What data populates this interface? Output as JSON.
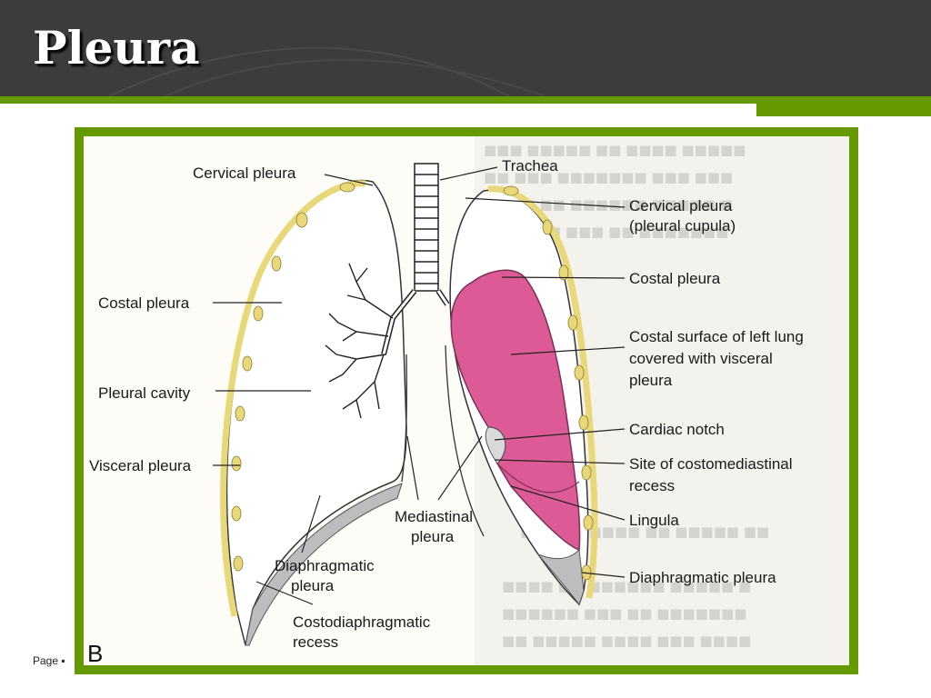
{
  "slide": {
    "title": "Pleura",
    "footer": "Page ▪",
    "colors": {
      "header": "#3c3c3c",
      "accent": "#669900",
      "lung": "#dc5a96",
      "pleura": "#e8d87a"
    }
  },
  "figure": {
    "panel_letter": "B",
    "labels": {
      "cervical_left": "Cervical pleura",
      "costal_left": "Costal pleura",
      "pleural_cavity": "Pleural cavity",
      "visceral_pleura": "Visceral pleura",
      "diaphragmatic_left_1": "Diaphragmatic",
      "diaphragmatic_left_2": "pleura",
      "costodiaphragmatic_1": "Costodiaphragmatic",
      "costodiaphragmatic_2": "recess",
      "mediastinal_1": "Mediastinal",
      "mediastinal_2": "pleura",
      "trachea": "Trachea",
      "cervical_right_1": "Cervical pleura",
      "cervical_right_2": "(pleural cupula)",
      "costal_right": "Costal pleura",
      "costal_surface_1": "Costal surface of left lung",
      "costal_surface_2": "covered with visceral",
      "costal_surface_3": "pleura",
      "cardiac_notch": "Cardiac notch",
      "costomediastinal_1": "Site of costomediastinal",
      "costomediastinal_2": "recess",
      "lingula": "Lingula",
      "diaphragmatic_right": "Diaphragmatic pleura"
    }
  }
}
